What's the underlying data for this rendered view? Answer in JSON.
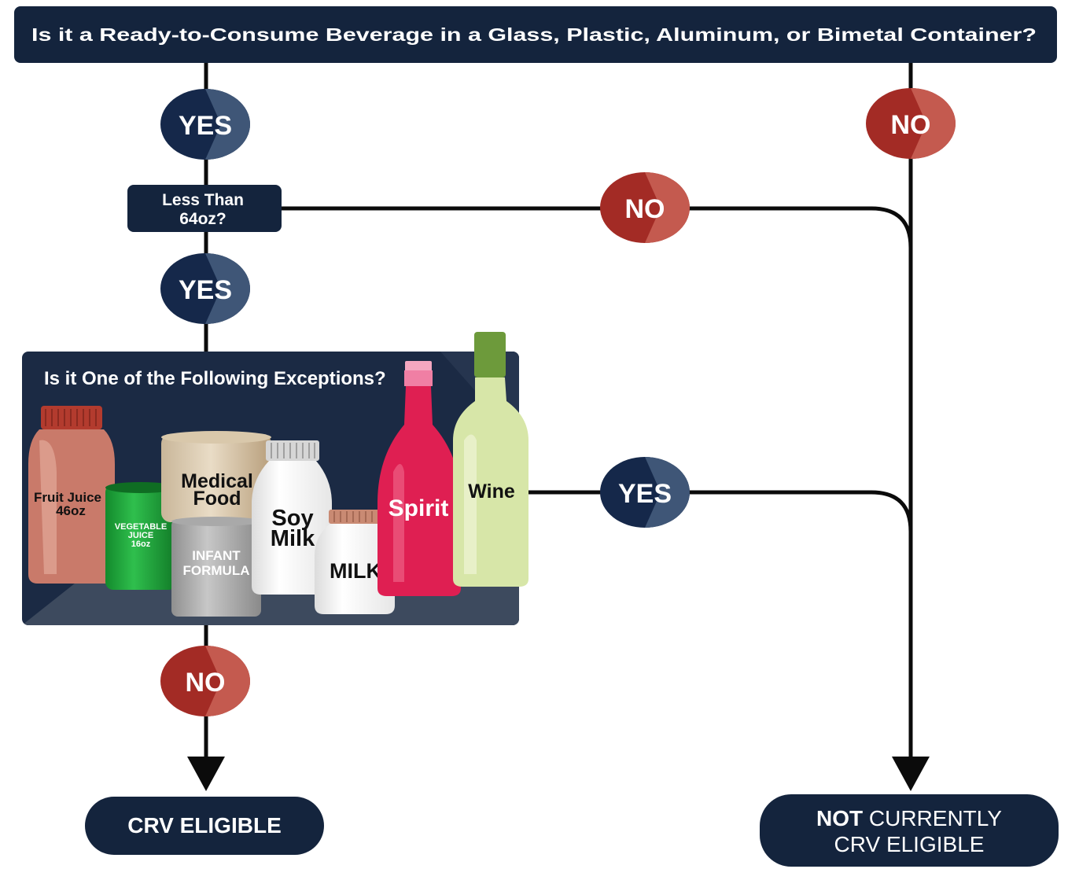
{
  "question1": "Is it a Ready-to-Consume Beverage in a Glass, Plastic, Aluminum, or Bimetal Container?",
  "question2_line1": "Less Than",
  "question2_line2": "64oz?",
  "question3": "Is it One of the Following Exceptions?",
  "yes_label": "YES",
  "no_label": "NO",
  "exceptions": {
    "fruit_juice_line1": "Fruit Juice",
    "fruit_juice_line2": "46oz",
    "vegetable_juice_line1": "VEGETABLE",
    "vegetable_juice_line2": "JUICE",
    "vegetable_juice_line3": "16oz",
    "medical_food_line1": "Medical",
    "medical_food_line2": "Food",
    "infant_formula_line1": "INFANT",
    "infant_formula_line2": "FORMULA",
    "soy_milk_line1": "Soy",
    "soy_milk_line2": "Milk",
    "milk": "MILK",
    "spirit": "Spirit",
    "wine": "Wine"
  },
  "outcome_eligible": "CRV ELIGIBLE",
  "outcome_not_bold": "NOT",
  "outcome_not_rest": " CURRENTLY",
  "outcome_not_line2": "CRV ELIGIBLE",
  "colors": {
    "navy": "#14243d",
    "red": "#a32b25",
    "panel": "#1b2a44"
  }
}
